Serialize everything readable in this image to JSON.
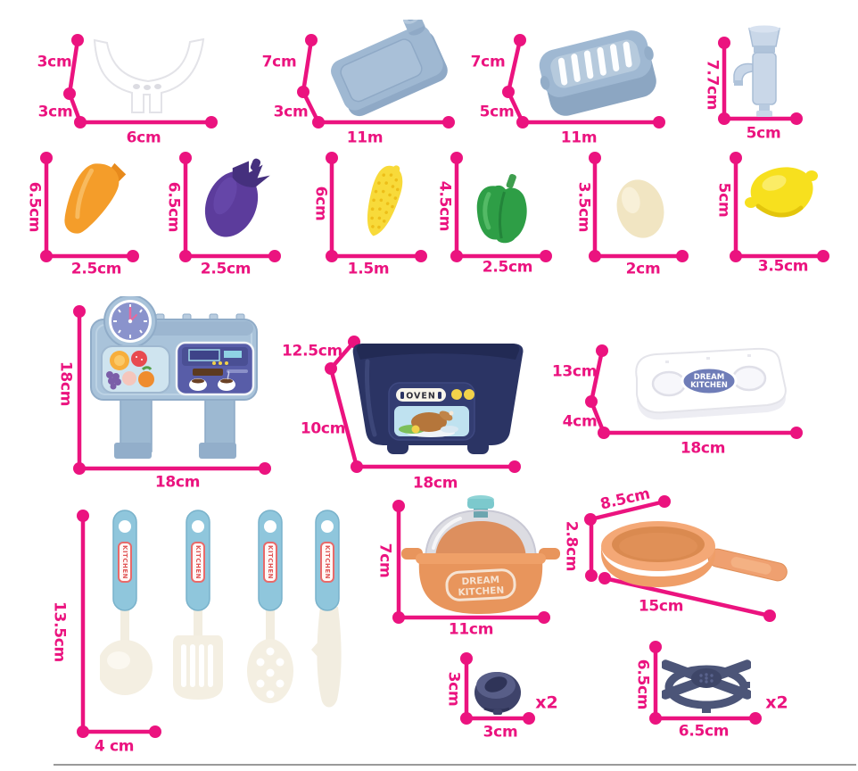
{
  "colors": {
    "accent": "#EB137F",
    "divider": "#9A9A9A"
  },
  "items": {
    "rack": {
      "label_height_top": "3cm",
      "label_height_bottom": "3cm",
      "label_width": "6cm"
    },
    "countertop": {
      "label_height_top": "7cm",
      "label_height_bottom": "3cm",
      "label_width": "11m"
    },
    "basket": {
      "label_height_top": "7cm",
      "label_height_bottom": "5cm",
      "label_width": "11m"
    },
    "faucet": {
      "label_height": "7.7cm",
      "label_width": "5cm"
    },
    "carrot": {
      "label_height": "6.5cm",
      "label_width": "2.5cm"
    },
    "eggplant": {
      "label_height": "6.5cm",
      "label_width": "2.5cm"
    },
    "corn": {
      "label_height": "6cm",
      "label_width": "1.5m"
    },
    "pepper": {
      "label_height": "4.5cm",
      "label_width": "2.5cm"
    },
    "egg": {
      "label_height": "3.5cm",
      "label_width": "2cm"
    },
    "lemon": {
      "label_height": "5cm",
      "label_width": "3.5cm"
    },
    "stove_panel": {
      "label_height": "18cm",
      "label_width": "18cm"
    },
    "sink_basin": {
      "label_depth": "12.5cm",
      "label_height": "10cm",
      "label_width": "18cm",
      "sticker": {
        "title": "OVEN"
      }
    },
    "kitchen_base": {
      "label_height_top": "13cm",
      "label_height_bottom": "4cm",
      "label_width": "18cm",
      "badge": {
        "line1": "DREAM",
        "line2": "KITCHEN"
      }
    },
    "utensil_set": {
      "label_height": "13.5cm",
      "label_width": "4 cm",
      "handle_text": "KITCHEN"
    },
    "pot": {
      "label_height": "7cm",
      "label_width": "11cm",
      "badge": {
        "line1": "DREAM",
        "line2": "KITCHEN"
      }
    },
    "pan": {
      "label_diameter": "8.5cm",
      "label_height": "2.8cm",
      "label_length": "15cm"
    },
    "pot_lid_small": {
      "label_height": "3cm",
      "label_width": "3cm",
      "quantity": "x2"
    },
    "burner_grate": {
      "label_height": "6.5cm",
      "label_width": "6.5cm",
      "quantity": "x2"
    }
  }
}
